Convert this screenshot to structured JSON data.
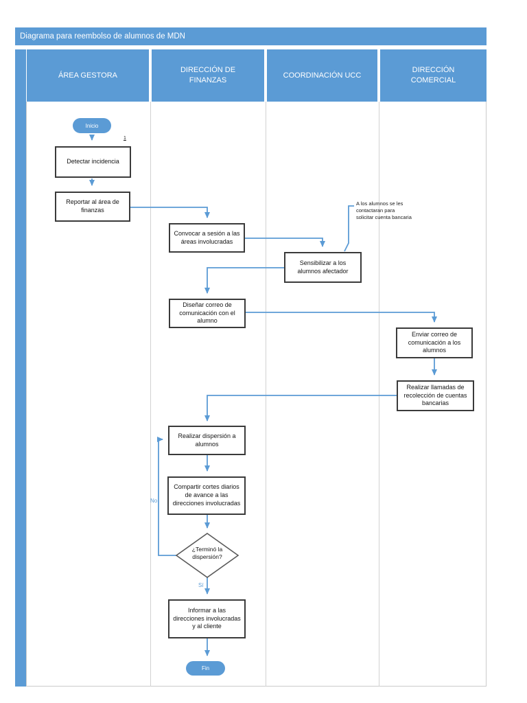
{
  "title": "Diagrama para reembolso de alumnos de MDN",
  "lanes": [
    {
      "label": "ÁREA GESTORA"
    },
    {
      "label": "DIRECCIÓN DE FINANZAS"
    },
    {
      "label": "COORDINACIÓN UCC"
    },
    {
      "label": "DIRECCIÓN COMERCIAL"
    }
  ],
  "colors": {
    "accent": "#5B9BD5",
    "box_border": "#3a3a3a",
    "diamond_border": "#595959",
    "lane_line": "#d2d2d2"
  },
  "nodes": {
    "start": "Inicio",
    "detect": "Detectar incidencia",
    "detect_footnote": "1",
    "report": "Reportar al área de finanzas",
    "convene": "Convocar a sesión a las áreas involucradas",
    "sensitize": "Sensibilizar a los alumnos afectador",
    "annotation": "A los alumnos se les contactaran para solicitar cuenta bancaria",
    "design": "Diseñar correo de comunicación con el alumno",
    "send": "Enviar correo de comunicación a los alumnos",
    "calls": "Realizar llamadas de recolección de cuentas bancarias",
    "disperse": "Realizar dispersión a alumnos",
    "share": "Compartir cortes diarios de avance a las direcciones involucradas",
    "decision": "¿Terminó la dispersión?",
    "inform": "Informar a las direcciones involucradas y al cliente",
    "end": "Fin",
    "no_label": "No",
    "yes_label": "Sí"
  }
}
